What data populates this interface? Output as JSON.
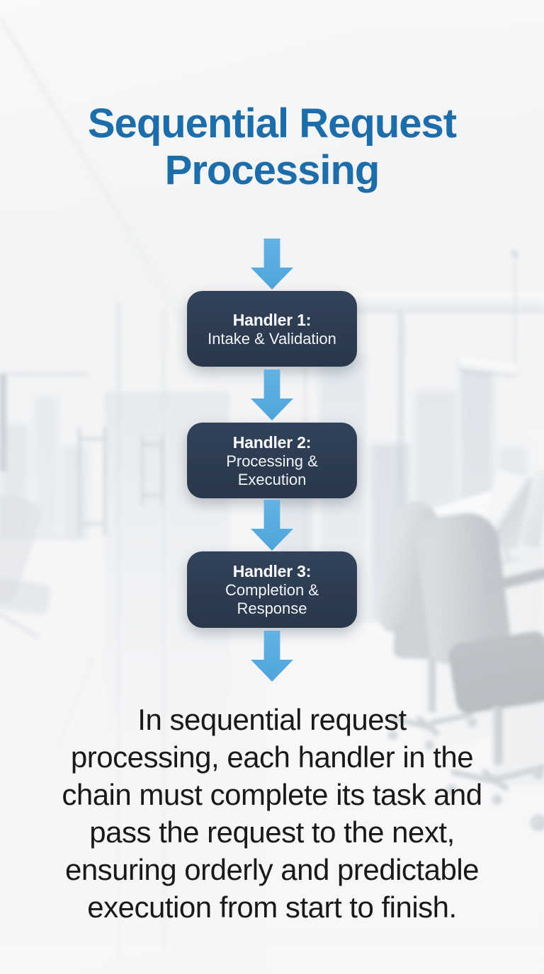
{
  "title": "Sequential Request\nProcessing",
  "flow": {
    "arrow_icon": "down-arrow",
    "steps": [
      {
        "label": "Handler 1:",
        "description": "Intake & Validation"
      },
      {
        "label": "Handler 2:",
        "description": "Processing &\nExecution"
      },
      {
        "label": "Handler 3:",
        "description": "Completion &\nResponse"
      }
    ]
  },
  "description": "In sequential request\nprocessing, each handler in the\nchain must complete its task and\npass the request to the next,\nensuring orderly and predictable\nexecution from start to finish.",
  "colors": {
    "title_text": "#1d6dab",
    "handler_box_background": "#2c3b50",
    "handler_box_text": "#ffffff",
    "arrow": "#58ace0",
    "body_text": "#191919",
    "background": "#f0f1f3"
  }
}
